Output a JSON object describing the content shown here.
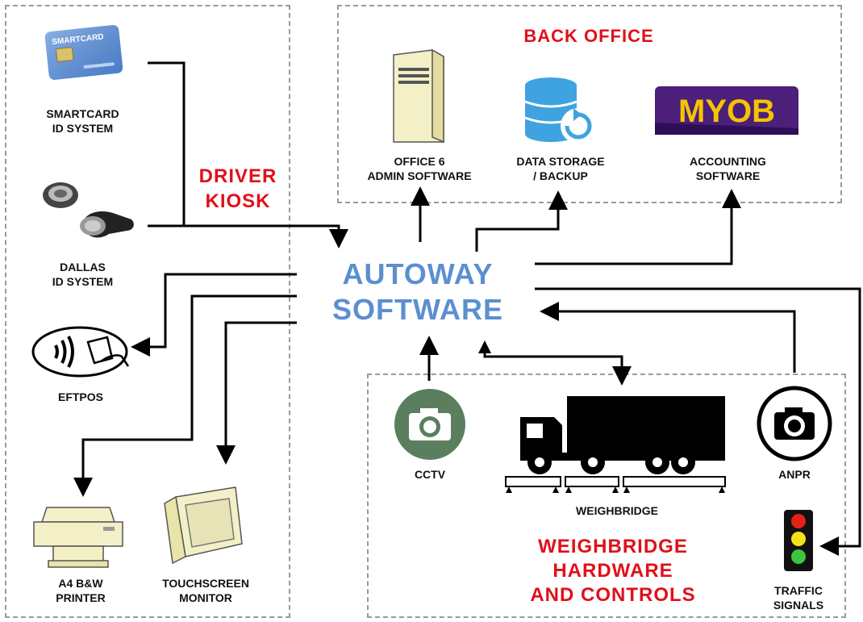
{
  "sections": {
    "driver_kiosk": "DRIVER\nKIOSK",
    "back_office": "BACK OFFICE",
    "weighbridge_hw": "WEIGHBRIDGE\nHARDWARE\nAND CONTROLS"
  },
  "central": "AUTOWAY\nSOFTWARE",
  "nodes": {
    "smartcard": "SMARTCARD\nID SYSTEM",
    "dallas": "DALLAS\nID SYSTEM",
    "eftpos": "EFTPOS",
    "printer": "A4 B&W\nPRINTER",
    "monitor": "TOUCHSCREEN\nMONITOR",
    "office6": "OFFICE 6\nADMIN SOFTWARE",
    "datastorage": "DATA STORAGE\n/ BACKUP",
    "accounting": "ACCOUNTING\nSOFTWARE",
    "cctv": "CCTV",
    "weighbridge": "WEIGHBRIDGE",
    "anpr": "ANPR",
    "traffic": "TRAFFIC\nSIGNALS"
  },
  "icon_text": {
    "smartcard_brand": "SMARTCARD",
    "myob_logo": "MYOB"
  },
  "colors": {
    "section_title": "#e0101a",
    "central_text": "#5b8fd0",
    "cctv_circle": "#5b7f5e",
    "myob_purple": "#4b1f7a",
    "myob_yellow": "#f5c400"
  }
}
